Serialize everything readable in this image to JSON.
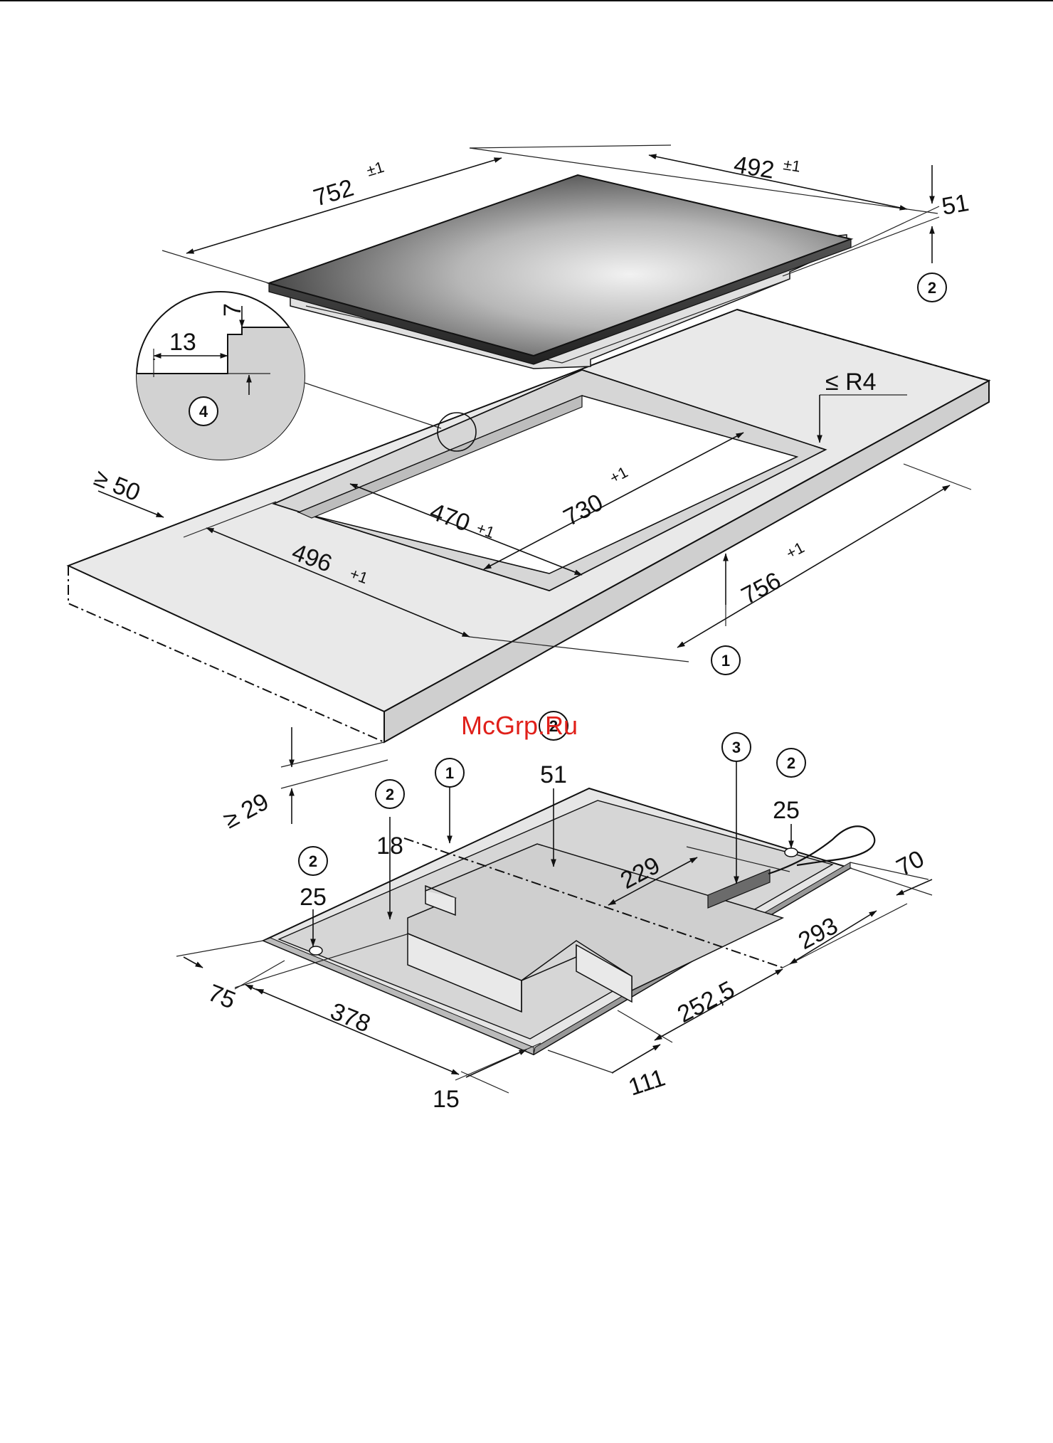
{
  "watermark": "McGrp.Ru",
  "hob_top": {
    "width_value": "752",
    "width_tol": "+1\n-",
    "depth_value": "492",
    "depth_tol": "+1\n-",
    "height_value": "51",
    "height_callout": "2"
  },
  "detail": {
    "step_width": "13",
    "step_height": "7",
    "callout": "4"
  },
  "worktop": {
    "radius_label": "≤ R4",
    "front_clearance": "≥ 50",
    "cutout_depth_inner": "470",
    "cutout_depth_inner_tol": "+1",
    "cutout_width_inner": "730",
    "cutout_width_inner_tol": "+1",
    "cutout_depth_outer": "496",
    "cutout_depth_outer_tol": "+1",
    "cutout_width_outer": "756",
    "cutout_width_outer_tol": "+1",
    "thickness_min": "≥ 29",
    "callout": "1"
  },
  "hob_bottom": {
    "callouts": {
      "c1": "1",
      "c2a": "2",
      "c2b": "2",
      "c2c": "2",
      "c2d": "2",
      "c3": "3"
    },
    "height_center": "51",
    "height_left": "18",
    "foot_left": "25",
    "foot_right": "25",
    "dim_229": "229",
    "dim_70": "70",
    "dim_293": "293",
    "dim_252_5": "252,5",
    "dim_111": "111",
    "dim_15": "15",
    "dim_378": "378",
    "dim_75": "75"
  }
}
